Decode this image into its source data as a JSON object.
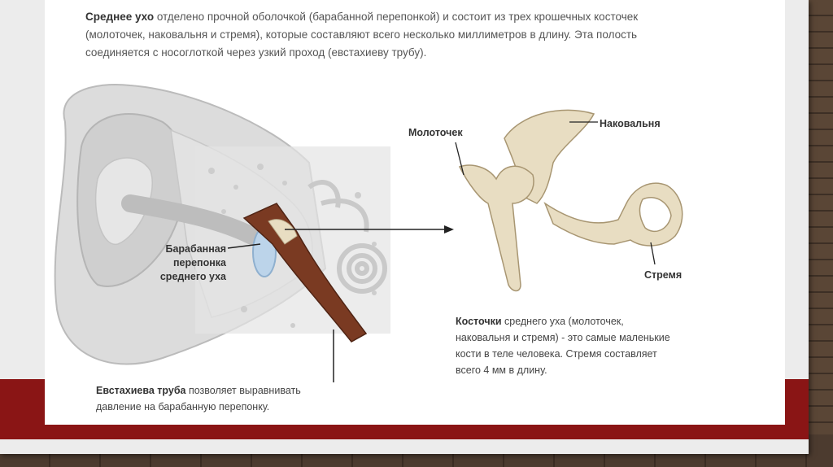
{
  "intro": {
    "bold": "Среднее ухо",
    "text": " отделено прочной оболочкой (барабанной перепонкой) и состоит из трех крошечных косточек (молоточек, наковальня и стремя), которые составляют всего несколько миллиметров в длину. Эта полость соединяется с носоглоткой через узкий проход (евстахиеву трубу)."
  },
  "labels": {
    "drum_line1": "Барабанная",
    "drum_line2": "перепонка",
    "drum_line3": "среднего уха",
    "malleus": "Молоточек",
    "incus": "Наковальня",
    "stapes": "Стремя"
  },
  "ossicles_caption": {
    "bold": "Косточки",
    "line1": " среднего уха (молоточек,",
    "line2": "наковальня и стремя) - это самые маленькие",
    "line3": "кости в теле человека. Стремя составляет",
    "line4": "всего 4 мм в длину."
  },
  "eustachian_caption": {
    "bold": "Евстахиева труба",
    "line1": " позволяет выравнивать",
    "line2": "давление на барабанную перепонку."
  },
  "colors": {
    "band": "#8a1515",
    "bone": "#e8ddc2",
    "tube": "#7a3a22"
  }
}
